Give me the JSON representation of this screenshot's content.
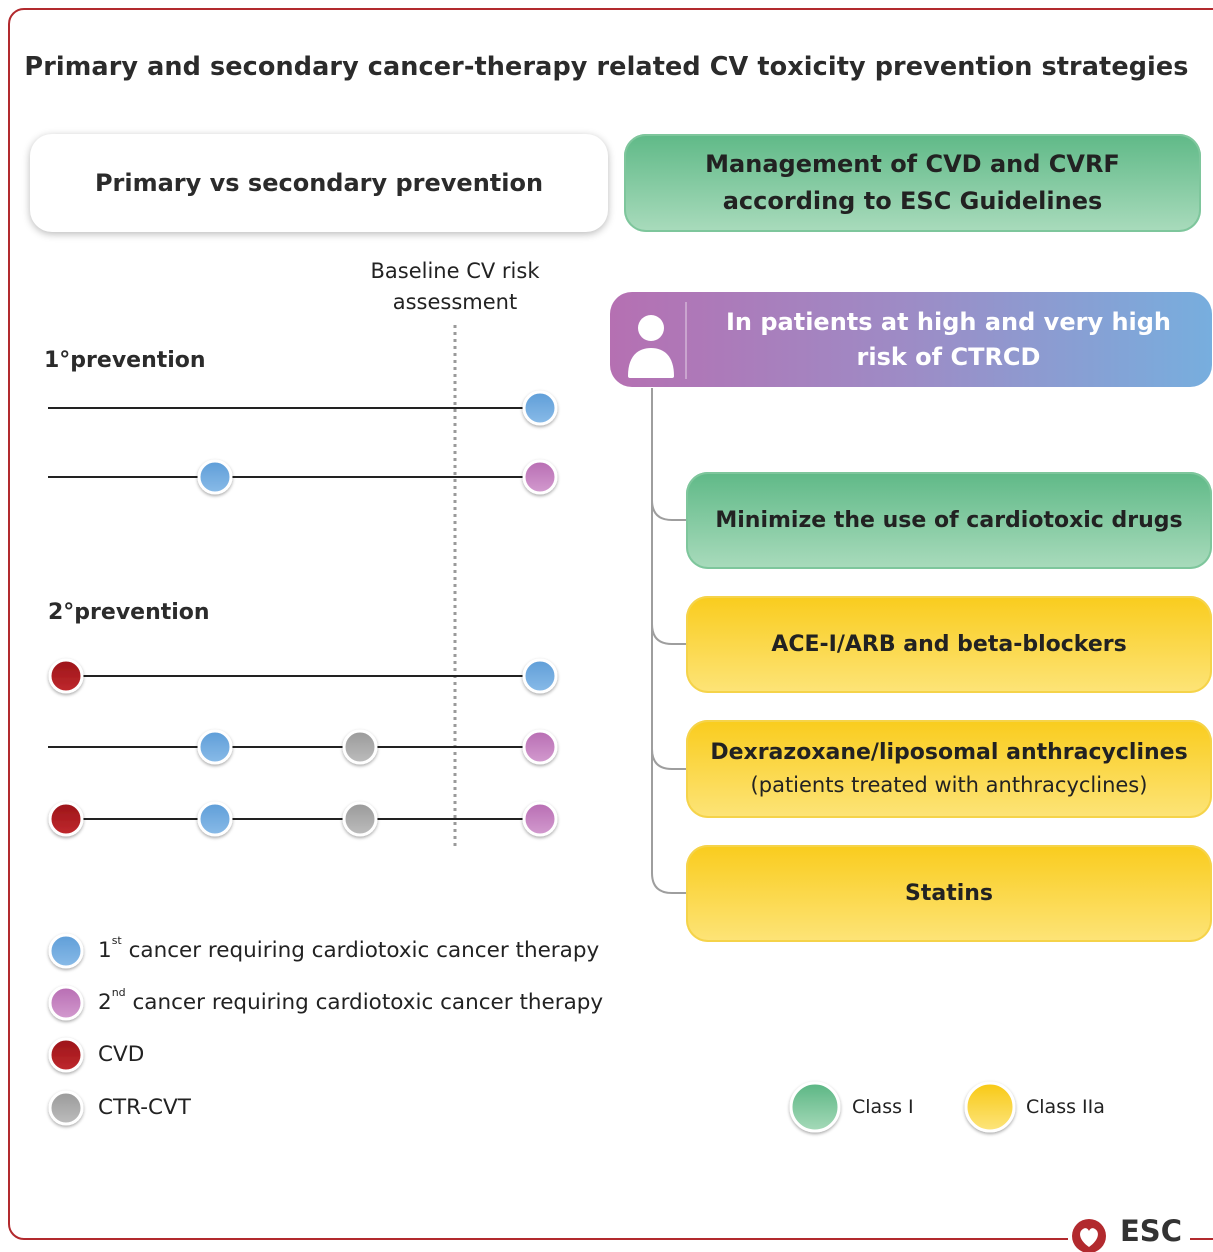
{
  "title": "Primary and secondary cancer-therapy related CV toxicity prevention strategies",
  "left_panel": {
    "header": "Primary vs secondary prevention",
    "baseline_label_line1": "Baseline CV risk",
    "baseline_label_line2": "assessment",
    "primary_label": "1°prevention",
    "secondary_label": "2°prevention",
    "timelines": [
      {
        "group": "primary",
        "events": [
          "1st"
        ]
      },
      {
        "group": "primary",
        "events": [
          "1st",
          "2nd"
        ]
      },
      {
        "group": "secondary",
        "events": [
          "CVD",
          "1st"
        ]
      },
      {
        "group": "secondary",
        "events": [
          "1st",
          "CTR-CVT",
          "2nd"
        ]
      },
      {
        "group": "secondary",
        "events": [
          "CVD",
          "1st",
          "CTR-CVT",
          "2nd"
        ]
      }
    ]
  },
  "legend": {
    "items": [
      {
        "key": "1st",
        "sup": "st",
        "prefix": "1",
        "text": " cancer requiring cardiotoxic cancer therapy",
        "color": "#6fa8dc"
      },
      {
        "key": "2nd",
        "sup": "nd",
        "prefix": "2",
        "text": " cancer requiring cardiotoxic cancer therapy",
        "color": "#c27bbd"
      },
      {
        "key": "CVD",
        "text": "CVD",
        "color": "#a81d22"
      },
      {
        "key": "CTR-CVT",
        "text": "CTR-CVT",
        "color": "#a6a6a6"
      }
    ]
  },
  "right_panel": {
    "cvd_box_line1": "Management of CVD and CVRF",
    "cvd_box_line2": "according to ESC Guidelines",
    "risk_box_line1": "In patients at high and very high",
    "risk_box_line2": "risk of CTRCD",
    "actions": [
      {
        "label": "Minimize the use of cardiotoxic drugs",
        "class": "I"
      },
      {
        "label": "ACE-I/ARB and beta-blockers",
        "class": "IIa"
      },
      {
        "label": "Dexrazoxane/liposomal anthracyclines",
        "sublabel": "(patients treated with anthracyclines)",
        "class": "IIa"
      },
      {
        "label": "Statins",
        "class": "IIa"
      }
    ]
  },
  "class_legend": {
    "class1": "Class I",
    "class2a": "Class IIa",
    "class1_color": "#6cc08e",
    "class2a_color": "#fbd52e"
  },
  "brand": "ESC",
  "colors": {
    "accent": "#b22a2e",
    "first_cancer": "#6fa8dc",
    "second_cancer": "#c27bbd",
    "cvd": "#a81d22",
    "ctr_cvt": "#a6a6a6"
  }
}
